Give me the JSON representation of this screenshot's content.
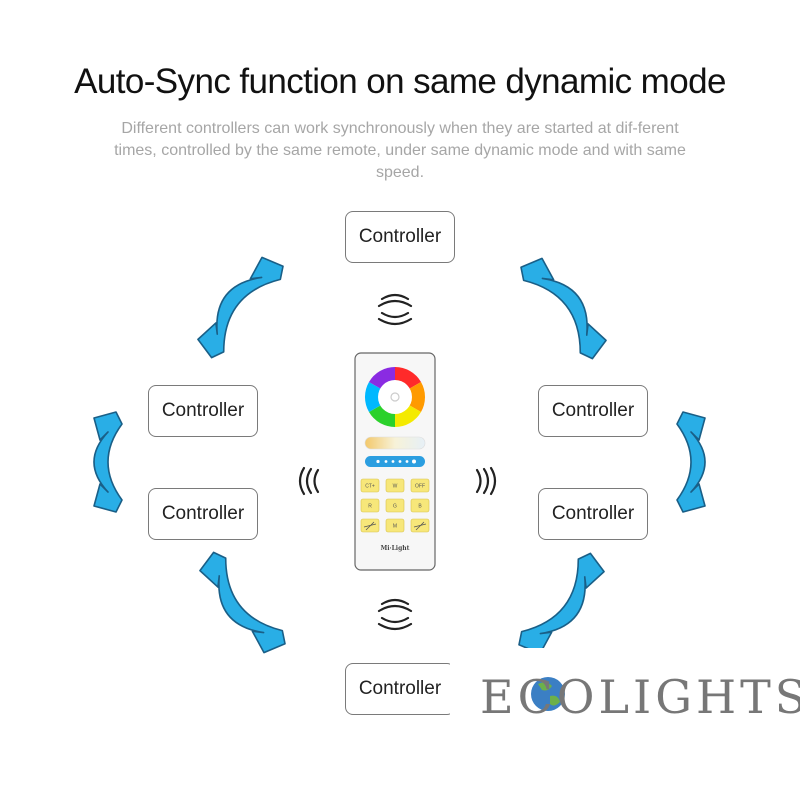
{
  "header": {
    "title": "Auto-Sync function on same dynamic mode",
    "subtitle": "Different controllers can work synchronously when they are started at dif-ferent times, controlled by the same remote, under same dynamic mode and with same speed."
  },
  "controllers": {
    "top": "Controller",
    "left_upper": "Controller",
    "left_lower": "Controller",
    "right_upper": "Controller",
    "right_lower": "Controller",
    "bottom": "Controller"
  },
  "remote": {
    "buttons": [
      "CT+",
      "W",
      "OFF",
      "R",
      "G",
      "B",
      "",
      "M",
      ""
    ],
    "brand": "Mi·Light"
  },
  "logo": {
    "text": "ECOLIGHTS"
  },
  "colors": {
    "arrow_fill": "#29aee6",
    "arrow_stroke": "#1a5f87",
    "button_yellow": "#f7e77a",
    "box_border": "#7a7a7a"
  }
}
